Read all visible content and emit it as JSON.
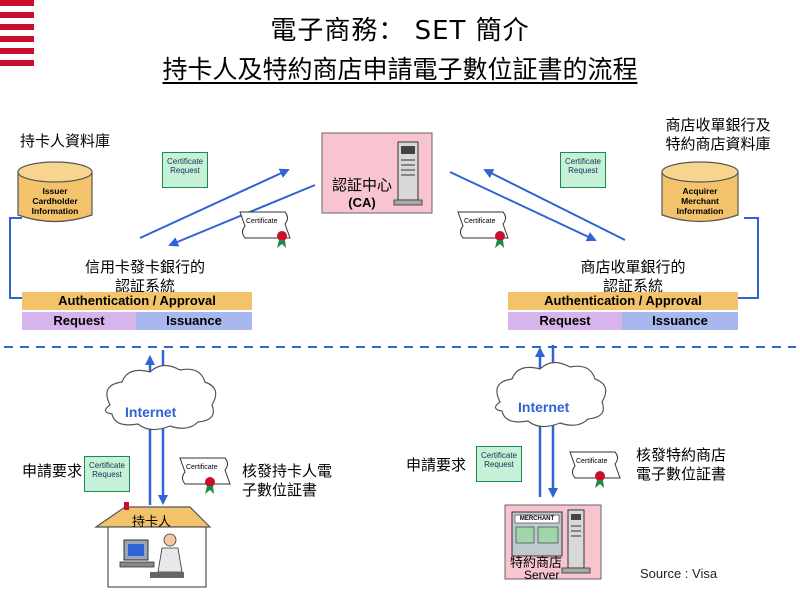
{
  "title": "電子商務： SET 簡介",
  "subtitle": "持卡人及特約商店申請電子數位証書的流程",
  "ca": {
    "label": "認証中心",
    "sub": "(CA)"
  },
  "left": {
    "db_label": "持卡人資料庫",
    "db_text": [
      "Issuer",
      "Cardholder",
      "Information"
    ],
    "system_label": [
      "信用卡發卡銀行的",
      "認証系統"
    ],
    "auth_label": "Authentication / Approval",
    "request_label": "Request",
    "issuance_label": "Issuance"
  },
  "right": {
    "db_label": [
      "商店收單銀行及",
      "特約商店資料庫"
    ],
    "db_text": [
      "Acquirer",
      "Merchant",
      "Information"
    ],
    "system_label": [
      "商店收單銀行的",
      "認証系統"
    ],
    "auth_label": "Authentication / Approval",
    "request_label": "Request",
    "issuance_label": "Issuance"
  },
  "cert_request": [
    "Certificate",
    "Request"
  ],
  "certificate": "Certificate",
  "internet": "Internet",
  "bottom_left": {
    "apply_label": "申請要求",
    "issue_label": [
      "核發持卡人電",
      "子數位証書"
    ],
    "house_label": "持卡人"
  },
  "bottom_right": {
    "apply_label": "申請要求",
    "issue_label": [
      "核發特約商店",
      "電子數位証書"
    ],
    "merchant_sign": "MERCHANT",
    "shop_label": "特約商店",
    "server_label": "Server"
  },
  "source": "Source : Visa",
  "colors": {
    "accent_red": "#c8102e",
    "arrow_blue": "#2f63d6",
    "auth_bar": "#f3c36b",
    "request_bar": "#d8b4ec",
    "issuance_bar": "#a8b8ee",
    "ca_box": "#f7c4cf",
    "cert_green": "#c6f0d8"
  }
}
